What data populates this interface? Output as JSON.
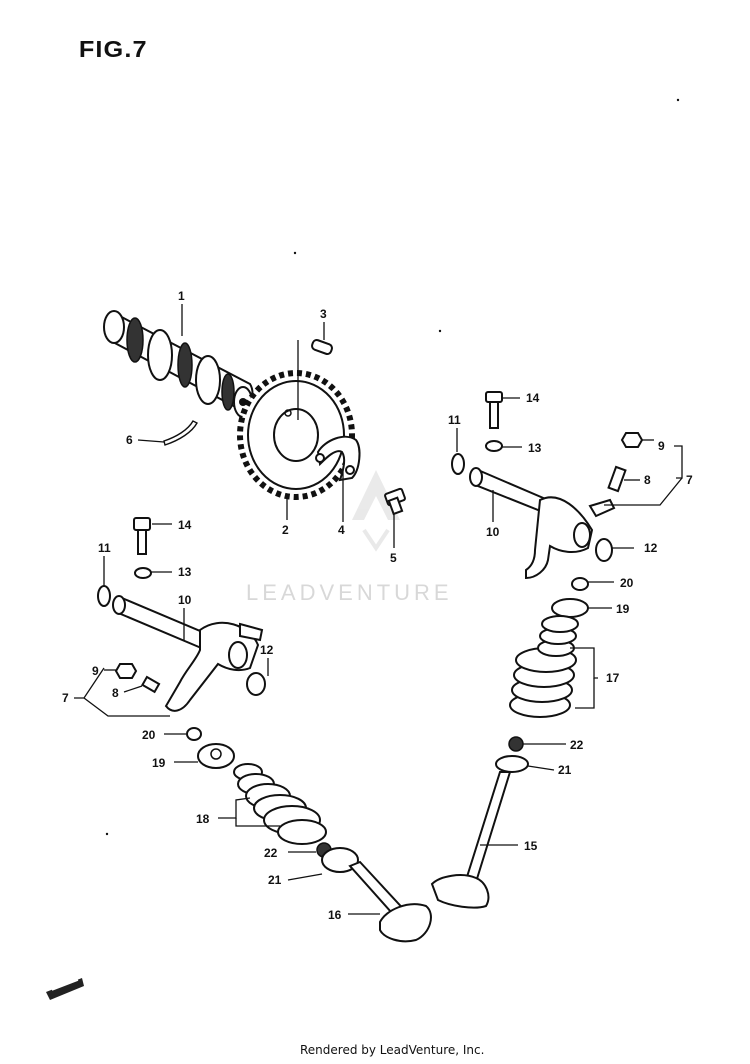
{
  "figure": {
    "title": "FIG.7"
  },
  "watermark": {
    "text": "LEADVENTURE"
  },
  "footer": {
    "text": "Rendered by LeadVenture, Inc."
  },
  "callouts": {
    "c1": "1",
    "c2": "2",
    "c3": "3",
    "c4": "4",
    "c5": "5",
    "c6": "6",
    "c7a": "7",
    "c7b": "7",
    "c8a": "8",
    "c8b": "8",
    "c9a": "9",
    "c9b": "9",
    "c10a": "10",
    "c10b": "10",
    "c11a": "11",
    "c11b": "11",
    "c12a": "12",
    "c12b": "12",
    "c13a": "13",
    "c13b": "13",
    "c14a": "14",
    "c14b": "14",
    "c15": "15",
    "c16": "16",
    "c17": "17",
    "c18": "18",
    "c19a": "19",
    "c19b": "19",
    "c20a": "20",
    "c20b": "20",
    "c21a": "21",
    "c21b": "21",
    "c22a": "22",
    "c22b": "22"
  },
  "icons": {
    "watermark_logo": "leadventure-logo-icon",
    "corner_mark": "corner-mark-icon"
  }
}
